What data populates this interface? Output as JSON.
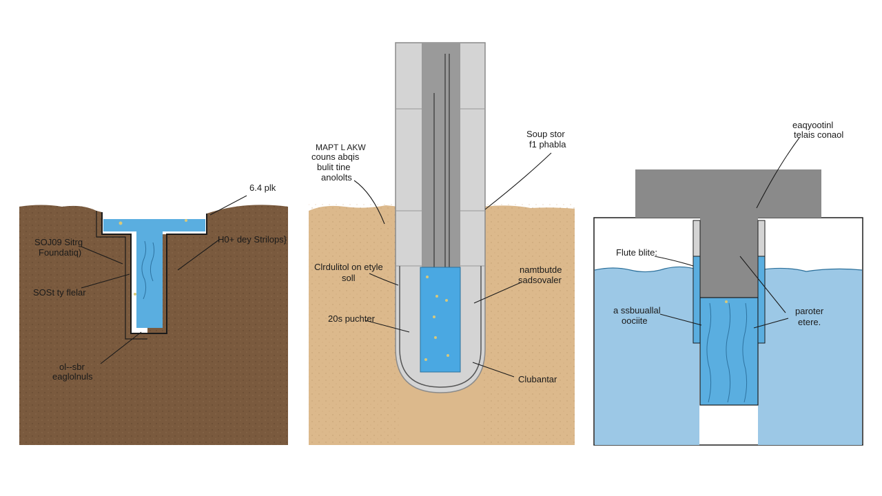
{
  "colors": {
    "brown_soil": "#7a5a3e",
    "sand_soil": "#dcb98c",
    "water": "#5aaee0",
    "water_light": "#9cc8e6",
    "concrete": "#8a8a8a",
    "casing": "#d4d4d4",
    "outline": "#1a1a1a"
  },
  "panels": [
    {
      "labels": {
        "top_right": "6.4 plk",
        "right": "H0+ dey Strilops}",
        "left_1_line1": "SOJ09 Sitrg",
        "left_1_line2": "Foundatiq)",
        "left_2": "SOSt ty flelar",
        "bottom_line1": "ol--sbr",
        "bottom_line2": "eaglolnuls"
      }
    },
    {
      "labels": {
        "top_left_line1": "MAPT L AKW",
        "top_left_line2": "couns abqis",
        "top_left_line3": "bulit tine",
        "top_left_line4": "anololts",
        "top_right_line1": "Soup stor",
        "top_right_line2": "f1 phabla",
        "left_mid_line1": "Clrdulitol on etyle",
        "left_mid_line2": "soll",
        "left_low": "20s puchter",
        "right_mid_line1": "namtbutde",
        "right_mid_line2": "sadsovaler",
        "right_low": "Clubantar"
      }
    },
    {
      "labels": {
        "top_line1": "eaqyootinl",
        "top_line2": "telais conaol",
        "left_top": "Flute blite:",
        "left_low_line1": "a ssbuuallal",
        "left_low_line2": "oociite",
        "right_line1": "paroter",
        "right_line2": "etere."
      }
    }
  ]
}
